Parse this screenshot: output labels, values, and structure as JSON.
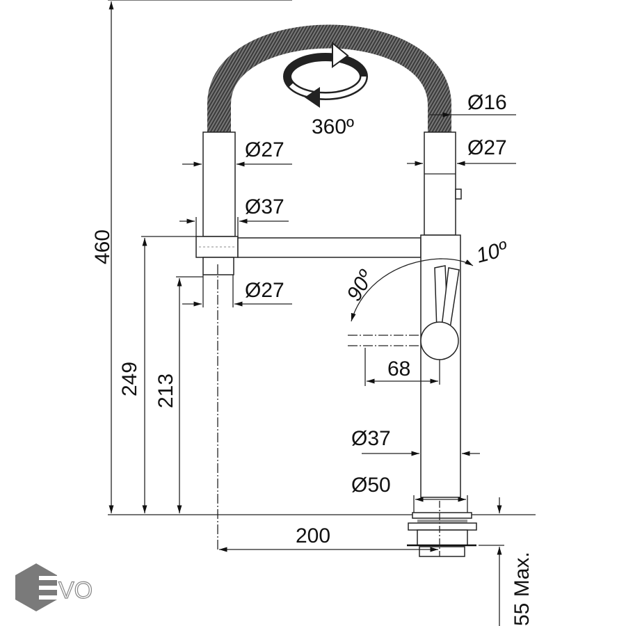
{
  "title": "Kitchen faucet technical drawing",
  "dimensions": {
    "total_height": "460",
    "spout_height": "249",
    "outlet_height": "213",
    "hose_diameter": "Ø16",
    "right_body_diameter": "Ø27",
    "left_body_diameter": "Ø27",
    "joint_diameter": "Ø37",
    "nozzle_diameter": "Ø27",
    "rotation": "360º",
    "lever_angle_max": "90º",
    "lever_angle_back": "10º",
    "lever_reach": "68",
    "column_diameter": "Ø37",
    "base_diameter": "Ø50",
    "spout_reach": "200",
    "max_counter_thickness": "55 Max."
  },
  "logo": {
    "text": "EVO",
    "color": "#7a7a7a"
  },
  "colors": {
    "line": "#222222",
    "hose": "#555555"
  }
}
